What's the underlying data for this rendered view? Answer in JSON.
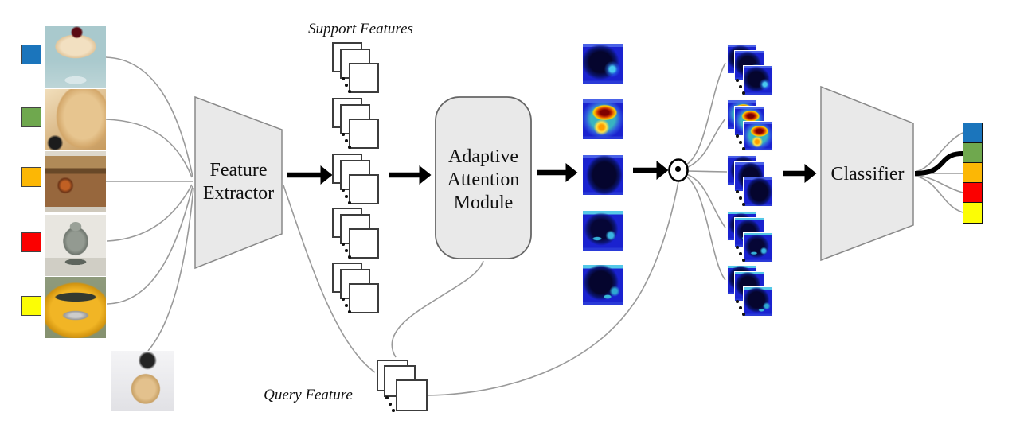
{
  "figure": {
    "labels": {
      "support_features": "Support Features",
      "query_feature": "Query Feature"
    },
    "nodes": {
      "feature_extractor": {
        "lines": [
          "Feature",
          "Extractor"
        ]
      },
      "attention_module": {
        "lines": [
          "Adaptive",
          "Attention",
          "Module"
        ]
      },
      "classifier": {
        "label": "Classifier"
      },
      "elementwise_product": {
        "icon": "circled-dot-icon",
        "unicode": "⊙"
      }
    },
    "support_set": [
      {
        "class_color": "blue",
        "hex": "#1b75bc",
        "image": "trifle-dessert"
      },
      {
        "class_color": "green",
        "hex": "#6fa84e",
        "image": "golden-retriever-dog"
      },
      {
        "class_color": "orange",
        "hex": "#fcb705",
        "image": "wooden-box"
      },
      {
        "class_color": "red",
        "hex": "#fb0000",
        "image": "glass-vase"
      },
      {
        "class_color": "yellow",
        "hex": "#fcfd05",
        "image": "school-bus"
      }
    ],
    "query": {
      "image": "dog-in-snow"
    },
    "support_feature_stacks": {
      "count": 5,
      "visible_layers_per_stack": 3,
      "ellipsis_dots": 3
    },
    "query_feature_stack": {
      "visible_layers": 3,
      "ellipsis_dots": 3
    },
    "attention_maps": [
      {
        "variant": "cool-dark-blob-cyan-spot"
      },
      {
        "variant": "hot-red-core-yellow-green-halo"
      },
      {
        "variant": "cool-large-dark-blob"
      },
      {
        "variant": "cool-dark-blob-cyan-streaks"
      },
      {
        "variant": "cool-dark-blob-cyan-bottom"
      }
    ],
    "attended_feature_stacks": {
      "count": 5,
      "visible_layers_per_stack": 3,
      "ellipsis_dots": 3
    },
    "output_classes": [
      {
        "class_color": "blue",
        "hex": "#1b75bc"
      },
      {
        "class_color": "green",
        "hex": "#6fa84e"
      },
      {
        "class_color": "orange",
        "hex": "#fcb705"
      },
      {
        "class_color": "red",
        "hex": "#fb0000"
      },
      {
        "class_color": "yellow",
        "hex": "#fcfd05"
      }
    ],
    "prediction": {
      "class_color": "green",
      "indicator": "thick-black-line"
    }
  }
}
